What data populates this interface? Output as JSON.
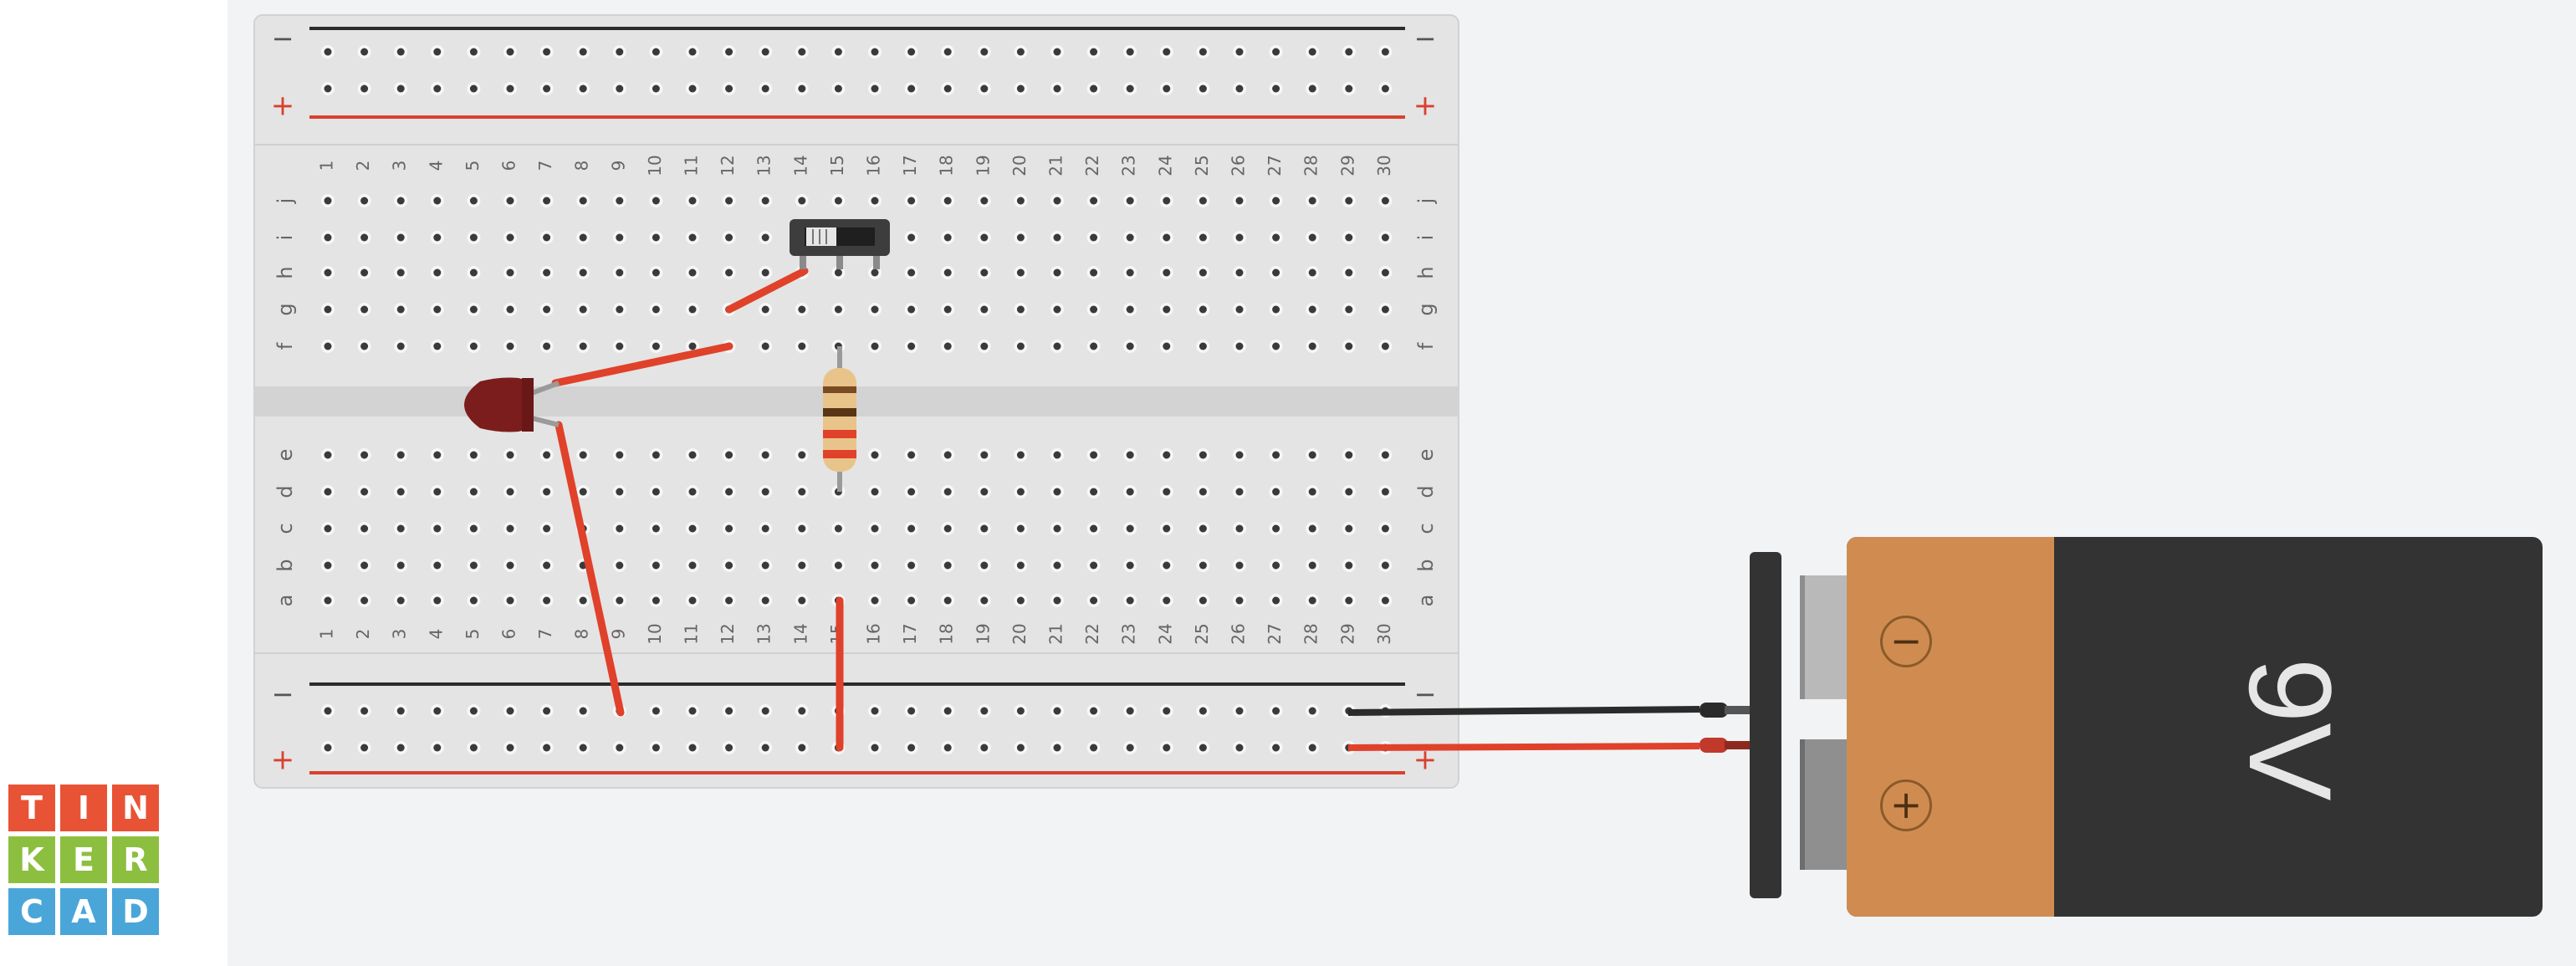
{
  "app": {
    "logo_letters": [
      [
        "T",
        "I",
        "N"
      ],
      [
        "K",
        "E",
        "R"
      ],
      [
        "C",
        "A",
        "D"
      ]
    ],
    "logo_colors": [
      [
        "#e85335",
        "#e85335",
        "#e85335"
      ],
      [
        "#8cbf3f",
        "#8cbf3f",
        "#8cbf3f"
      ],
      [
        "#4aa6d9",
        "#4aa6d9",
        "#4aa6d9"
      ]
    ]
  },
  "breadboard": {
    "column_numbers": [
      "1",
      "2",
      "3",
      "4",
      "5",
      "6",
      "7",
      "8",
      "9",
      "10",
      "11",
      "12",
      "13",
      "14",
      "15",
      "16",
      "17",
      "18",
      "19",
      "20",
      "21",
      "22",
      "23",
      "24",
      "25",
      "26",
      "27",
      "28",
      "29",
      "30"
    ],
    "top_row_letters": [
      "j",
      "i",
      "h",
      "g",
      "f"
    ],
    "bottom_row_letters": [
      "e",
      "d",
      "c",
      "b",
      "a"
    ],
    "rail_minus": "−",
    "rail_plus": "+"
  },
  "components": {
    "led": "red-led",
    "resistor": "resistor",
    "switch": "slide-switch",
    "battery": {
      "voltage": "9V",
      "negative_symbol": "−",
      "positive_symbol": "+"
    }
  },
  "colors": {
    "canvas": "#f2f3f5",
    "breadboard": "#e5e5e5",
    "wire_red": "#e0412a",
    "wire_black": "#2b2b2b",
    "battery_orange": "#d08c50",
    "battery_dark": "#333333"
  }
}
